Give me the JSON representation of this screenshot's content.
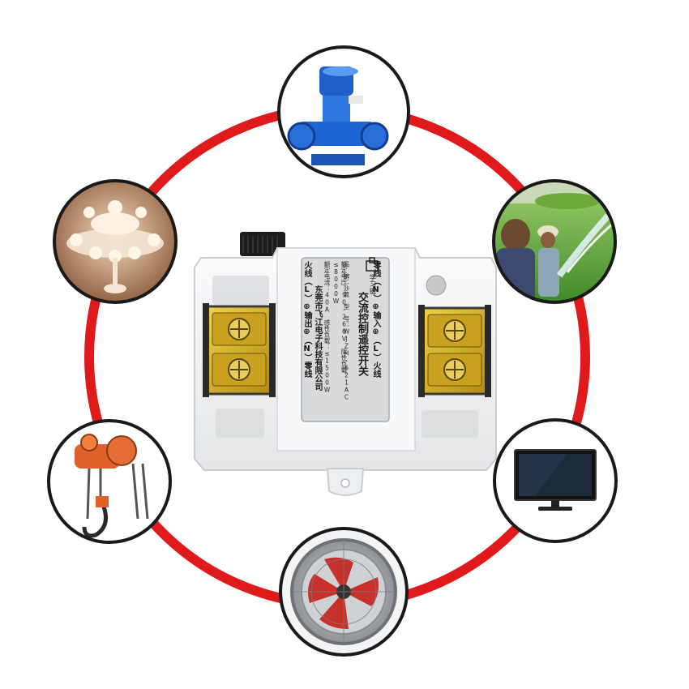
{
  "product": {
    "learn_button": "学习键",
    "label_lines": [
      "零线（N）⊕输入⊕（L）火线",
      "交流控制遥控开关",
      "品　牌：沙氯　型　号：WJZH-621AC",
      "额定电压：90-260V　阻性负载：≤8000W",
      "额定电流：40A　感性负载：≤1500W",
      "东莞市飞江电子科技有限公司",
      "火线（L）⊕输出⊕（N）零线"
    ]
  },
  "applications": [
    {
      "name": "water-pump"
    },
    {
      "name": "irrigation-farmers"
    },
    {
      "name": "television"
    },
    {
      "name": "exhaust-fan"
    },
    {
      "name": "chain-hoist"
    },
    {
      "name": "chandelier"
    }
  ],
  "colors": {
    "ring": "#e01a1a",
    "circle_border": "#1a1a1a",
    "terminal_yellow": "#d9b21a",
    "case_white": "#f1f2f3",
    "label_grey": "#d9dadb"
  }
}
